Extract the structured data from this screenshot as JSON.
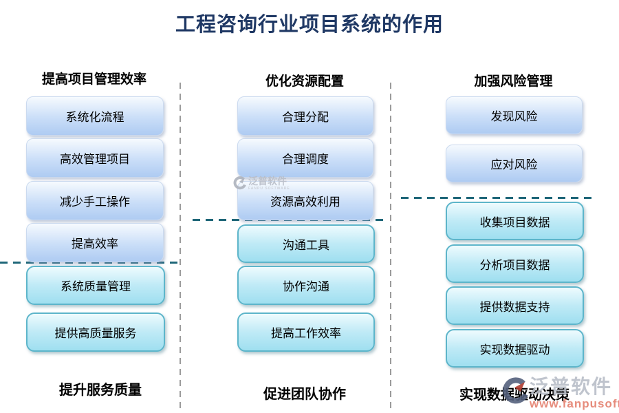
{
  "title": "工程咨询行业项目系统的作用",
  "columns": [
    {
      "top_label": "提高项目管理效率",
      "blue_items": [
        "系统化流程",
        "高效管理项目",
        "减少手工操作",
        "提高效率"
      ],
      "cyan_items": [
        "系统质量管理",
        "提供高质量服务"
      ],
      "bottom_label": "提升服务质量"
    },
    {
      "top_label": "优化资源配置",
      "blue_items": [
        "合理分配",
        "合理调度",
        "资源高效利用"
      ],
      "cyan_items": [
        "沟通工具",
        "协作沟通",
        "提高工作效率"
      ],
      "bottom_label": "促进团队协作"
    },
    {
      "top_label": "加强风险管理",
      "blue_items": [
        "发现风险",
        "应对风险"
      ],
      "cyan_items": [
        "收集项目数据",
        "分析项目数据",
        "提供数据支持",
        "实现数据驱动"
      ],
      "bottom_label": "实现数据驱动决策"
    }
  ],
  "watermark": {
    "brand": "泛普软件",
    "brand_sub": "FANPU SOFTWARE",
    "url": "www.fanpusoft.com"
  },
  "colors": {
    "title": "#1F3864",
    "blue_box_top": "#F6FAFE",
    "blue_box_bottom": "#AECBF2",
    "cyan_box_top": "#EEFBFE",
    "cyan_box_bottom": "#9FDFF0",
    "cyan_border": "#5DB5CA",
    "teal_dash": "#1E6678",
    "gray_dash": "#9B9B9B",
    "watermark_text": "#B9BEC8",
    "watermark_url": "#E4806E"
  }
}
